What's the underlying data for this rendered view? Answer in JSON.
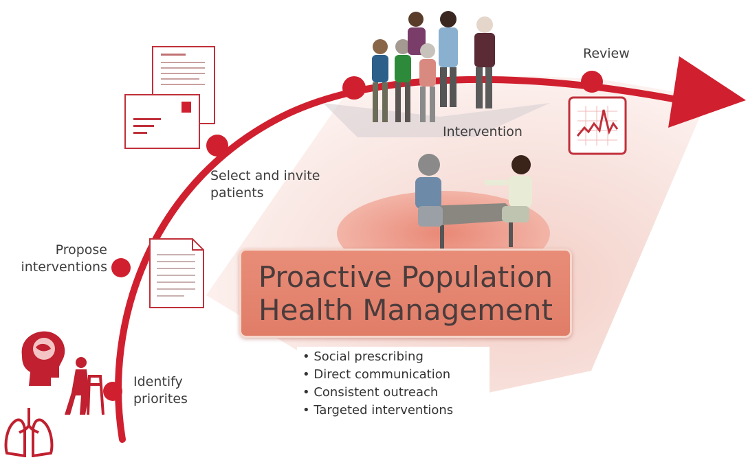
{
  "diagram": {
    "title_line1": "Proactive Population",
    "title_line2": "Health Management",
    "steps": [
      {
        "label": "Identify\npriorites"
      },
      {
        "label": "Propose\ninterventions"
      },
      {
        "label": "Select and invite\npatients"
      },
      {
        "label": "Intervention"
      },
      {
        "label": "Review"
      }
    ],
    "bullets": [
      "Social prescribing",
      "Direct communication",
      "Consistent outreach",
      "Targeted interventions"
    ],
    "icons": [
      "brain-head-icon",
      "walker-person-icon",
      "lungs-icon",
      "document-icon",
      "letter-icon",
      "people-group-icon",
      "consultation-icon",
      "review-chart-icon"
    ],
    "colors": {
      "accent": "#d0202f",
      "panel": "#e4826d",
      "fan": "#f6dcd6"
    }
  }
}
